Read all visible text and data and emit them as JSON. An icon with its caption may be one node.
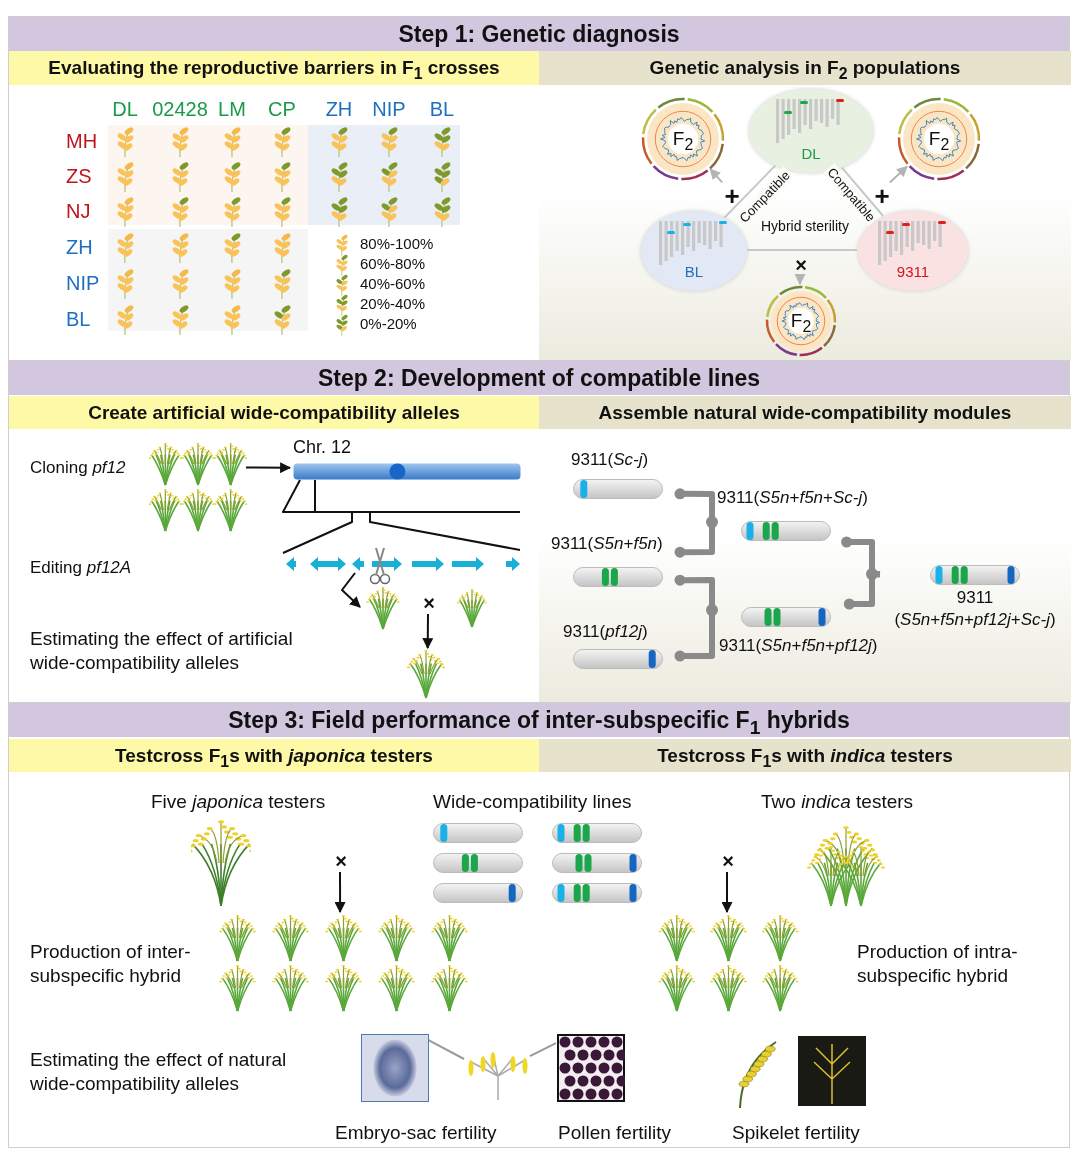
{
  "diagram": {
    "nodes": [
      {
        "text": [
          "Step 1: Genetic diagnosis"
        ]
      },
      {
        "text": [
          "Evaluating the reproductive barriers in F$_{1}$ crosses"
        ],
        "in": 0
      },
      {
        "text": [
          "Genetic analysis in F$_{2}$ populations"
        ],
        "in": 0
      },
      {
        "text": [
          "F$_{2}$"
        ],
        "in": 2
      },
      {
        "text": [
          "DL"
        ],
        "in": 2
      },
      {
        "text": [
          "F$_{2}$"
        ],
        "in": 2
      },
      {
        "text": [
          "BL"
        ],
        "in": 2
      },
      {
        "text": [
          "9311"
        ],
        "in": 2
      },
      {
        "text": [
          "F$_{2}$"
        ],
        "in": 2
      },
      {
        "text": [
          "Step 2: Development of compatible lines"
        ]
      },
      {
        "text": [
          "Create artificial wide-compatibility alleles"
        ],
        "in": 9
      },
      {
        "text": [
          "Assemble natural wide-compatibility modules"
        ],
        "in": 9
      },
      {
        "text": [],
        "shape": "picture",
        "in": 10
      },
      {
        "text": [
          "Chr. 12"
        ],
        "in": 10
      },
      {
        "text": [],
        "shape": "picture",
        "in": 10
      },
      {
        "text": [],
        "shape": "picture",
        "in": 10
      },
      {
        "text": [],
        "shape": "picture",
        "in": 10
      },
      {
        "text": [],
        "shape": "picture",
        "in": 10
      },
      {
        "text": [
          "9311(*Sc-j*)"
        ],
        "in": 11
      },
      {
        "text": [
          "9311(*S5n*+*f5n*+*Sc-j*)"
        ],
        "in": 11
      },
      {
        "text": [
          "9311(*S5n*+*f5n*)"
        ],
        "in": 11
      },
      {
        "text": [
          "9311 (*S5n*+*f5n*+*pf12j*+*Sc-j*)"
        ],
        "in": 11
      },
      {
        "text": [
          "9311(*pf12j*)"
        ],
        "in": 11
      },
      {
        "text": [
          "9311(*S5n*+*f5n*+*pf12j*)"
        ],
        "in": 11
      },
      {
        "text": [
          "Step 3: Field performance of inter-subspecific F$_{1}$ hybrids"
        ]
      },
      {
        "text": [
          "Testcross F$_{1}$s with *japonica* testers"
        ],
        "in": 24
      },
      {
        "text": [
          "Testcross F$_{1}$s with *indica* testers"
        ],
        "in": 24
      },
      {
        "text": [
          "Five *japonica* testers"
        ],
        "in": 24
      },
      {
        "text": [
          "Wide-compatibility lines"
        ],
        "in": 24
      },
      {
        "text": [],
        "shape": "bar",
        "in": 28
      },
      {
        "text": [],
        "shape": "bar",
        "in": 28
      },
      {
        "text": [],
        "shape": "bar",
        "in": 28
      },
      {
        "text": [],
        "shape": "bar",
        "in": 28
      },
      {
        "text": [],
        "shape": "bar",
        "in": 28
      },
      {
        "text": [],
        "shape": "bar",
        "in": 28
      },
      {
        "text": [
          "Two *indica* testers"
        ],
        "in": 24
      },
      {
        "text": [],
        "shape": "picture",
        "in": 24
      },
      {
        "text": [],
        "shape": "picture",
        "in": 24
      },
      {
        "text": [],
        "shape": "picture",
        "in": 24,
        "beside": [
          "Embryo-sac fertility"
        ]
      },
      {
        "text": [],
        "shape": "picture",
        "in": 24
      },
      {
        "text": [],
        "shape": "picture",
        "in": 24,
        "beside": [
          "Pollen fertility"
        ]
      },
      {
        "text": [],
        "shape": "picture",
        "in": 24,
        "beside": [
          "Spikelet fertility"
        ]
      },
      {
        "text": [
          "+"
        ],
        "in": 2
      },
      {
        "text": [
          "+"
        ],
        "in": 2
      },
      {
        "text": [
          "×"
        ],
        "in": 2
      },
      {
        "text": [
          "×"
        ],
        "in": 10
      },
      {
        "text": [
          "×"
        ],
        "in": 24
      },
      {
        "text": [
          "×"
        ],
        "in": 24
      }
    ],
    "edges": [
      {
        "from": 4,
        "to": 6,
        "arrow": "none",
        "label": "Compatible",
        "color": "#c8c8c8"
      },
      {
        "from": 4,
        "to": 7,
        "arrow": "none",
        "label": "Compatible",
        "color": "#c8c8c8"
      },
      {
        "from": 6,
        "to": 7,
        "arrow": "none",
        "label": "Hybrid sterility",
        "color": "#c8c8c8"
      },
      {
        "from": 42,
        "to": 3,
        "arrow": "to",
        "color": "#b4b4b4"
      },
      {
        "from": 43,
        "to": 5,
        "arrow": "to",
        "color": "#b4b4b4"
      },
      {
        "from": 44,
        "to": 8,
        "arrow": "to",
        "color": "#b4b4b4"
      },
      {
        "from": 12,
        "to": 13,
        "arrow": "to",
        "color": "#111111"
      },
      {
        "from": 14,
        "to": 15,
        "arrow": "to",
        "color": "#111111"
      },
      {
        "from": 45,
        "to": 17,
        "arrow": "to",
        "color": "#111111"
      },
      {
        "from": 18,
        "to": 19,
        "arrow": "other",
        "style": "thick",
        "color": "#8a8a8a"
      },
      {
        "from": 20,
        "to": 19,
        "arrow": "other",
        "style": "thick",
        "color": "#8a8a8a"
      },
      {
        "from": 20,
        "to": 23,
        "arrow": "other",
        "style": "thick",
        "color": "#8a8a8a"
      },
      {
        "from": 22,
        "to": 23,
        "arrow": "other",
        "style": "thick",
        "color": "#8a8a8a"
      },
      {
        "from": 19,
        "to": 21,
        "arrow": "other",
        "style": "thick",
        "color": "#8a8a8a"
      },
      {
        "from": 23,
        "to": 21,
        "arrow": "other",
        "style": "thick",
        "color": "#8a8a8a"
      },
      {
        "from": 46,
        "to": 36,
        "arrow": "to",
        "color": "#111111"
      },
      {
        "from": 47,
        "to": 37,
        "arrow": "to",
        "color": "#111111"
      },
      {
        "from": 39,
        "to": 38,
        "arrow": "none",
        "color": "#9a9a9a"
      },
      {
        "from": 39,
        "to": 40,
        "arrow": "none",
        "color": "#9a9a9a"
      },
      {
        "from": 13,
        "to": 14,
        "arrow": "none",
        "color": "#111111"
      }
    ],
    "labels": [
      "DL",
      "02428",
      "LM",
      "CP",
      "ZH",
      "NIP",
      "BL",
      "MH",
      "ZS",
      "NJ",
      "ZH",
      "NIP",
      "BL",
      "Cloning *pf12*",
      "Editing *pf12A*",
      "Estimating the effect of artificial wide-compatibility alleles",
      "Production of inter-subspecific hybrid",
      "Production of intra-subspecific hybrid",
      "Estimating the effect of natural wide-compatibility alleles"
    ],
    "legend": [
      {
        "text": "80%-100%"
      },
      {
        "text": "60%-80%"
      },
      {
        "text": "40%-60%"
      },
      {
        "text": "20%-40%"
      },
      {
        "text": "0%-20%"
      }
    ]
  }
}
